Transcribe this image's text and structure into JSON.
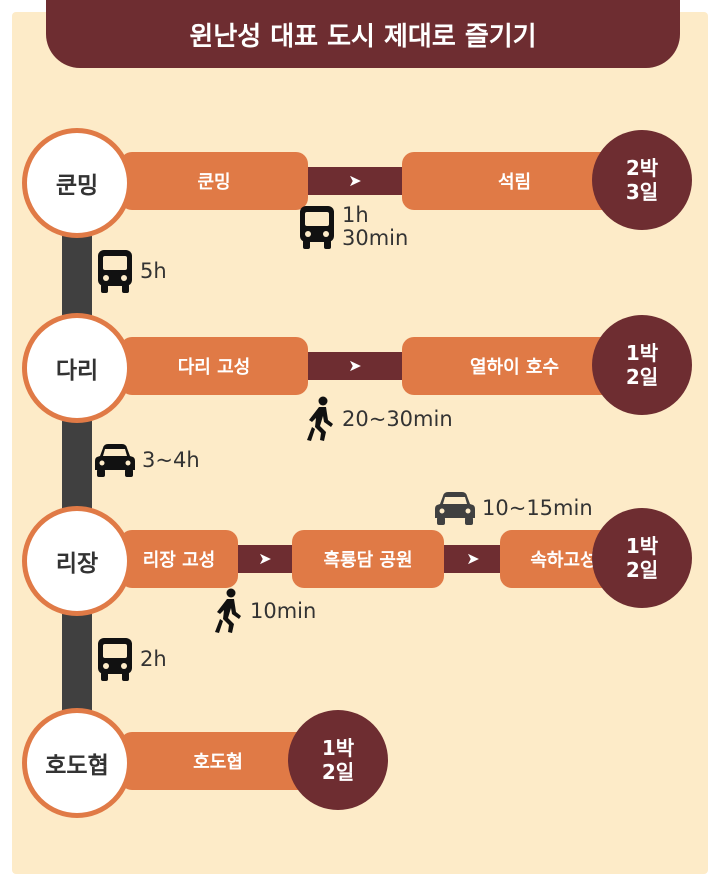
{
  "title": "윈난성 대표 도시 제대로 즐기기",
  "colors": {
    "background": "#fdebc8",
    "dark": "#6e2d31",
    "orange": "#e07a46",
    "spine": "#404040"
  },
  "cities": [
    {
      "name": "쿤밍",
      "stops": [
        "쿤밍",
        "석림"
      ],
      "stay": [
        "2박",
        "3일"
      ],
      "transfers": [
        {
          "mode": "bus-icon",
          "line1": "1h",
          "line2": "30min"
        }
      ]
    },
    {
      "name": "다리",
      "stops": [
        "다리 고성",
        "열하이 호수"
      ],
      "stay": [
        "1박",
        "2일"
      ],
      "transfers": [
        {
          "mode": "walk-icon",
          "text": "20~30min"
        }
      ]
    },
    {
      "name": "리장",
      "stops": [
        "리장 고성",
        "흑룡담 공원",
        "속하고성"
      ],
      "stay": [
        "1박",
        "2일"
      ],
      "transfers": [
        {
          "mode": "walk-icon",
          "text": "10min"
        },
        {
          "mode": "car-icon",
          "text": "10~15min"
        }
      ]
    },
    {
      "name": "호도협",
      "stops": [
        "호도협"
      ],
      "stay": [
        "1박",
        "2일"
      ],
      "transfers": []
    }
  ],
  "between_cities": [
    {
      "mode": "bus-icon",
      "text": "5h"
    },
    {
      "mode": "car-icon",
      "text": "3~4h"
    },
    {
      "mode": "bus-icon",
      "text": "2h"
    }
  ],
  "arrow_glyph": "➤"
}
